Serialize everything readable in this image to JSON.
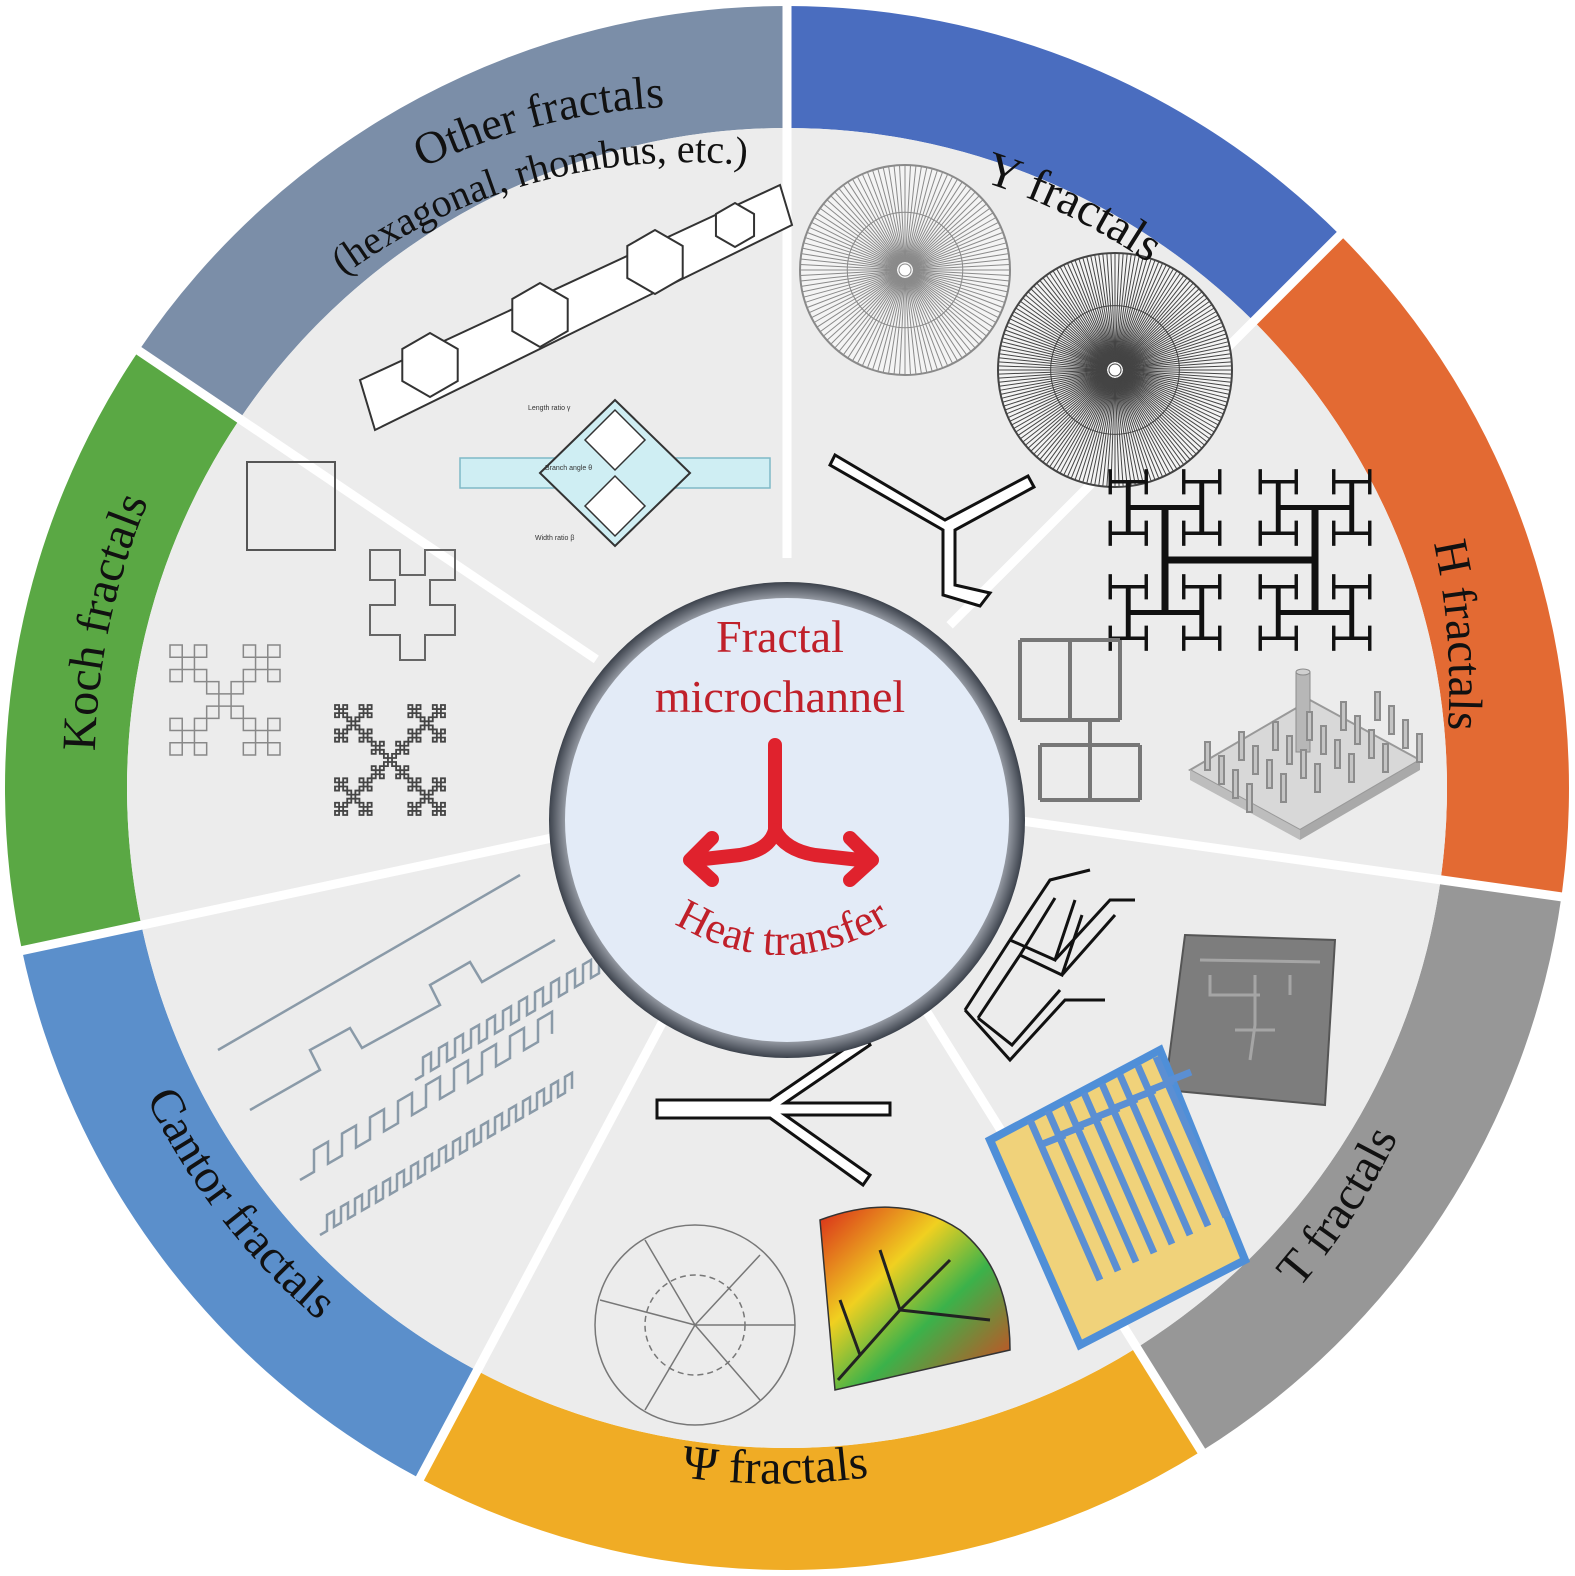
{
  "center": {
    "title_line1": "Fractal",
    "title_line2": "microchannel",
    "subtitle": "Heat transfer"
  },
  "segments": [
    {
      "id": "y",
      "label": "Y fractals",
      "color": "#4a6dbf"
    },
    {
      "id": "h",
      "label": "H fractals",
      "color": "#e36a33"
    },
    {
      "id": "t",
      "label": "T fractals",
      "color": "#979797"
    },
    {
      "id": "psi",
      "label": "Ψ fractals",
      "color": "#f0ac25"
    },
    {
      "id": "cantor",
      "label": "Cantor fractals",
      "color": "#5b8fcb"
    },
    {
      "id": "koch",
      "label": "Koch fractals",
      "color": "#5aa844"
    },
    {
      "id": "other",
      "label_line1": "Other fractals",
      "label_line2": "(hexagonal, rhombus, etc.)",
      "color": "#7b8ea8"
    }
  ],
  "annotations": {
    "length_ratio": "Length ratio γ",
    "branch_angle": "Branch angle θ",
    "width_ratio": "Width ratio β"
  },
  "colors": {
    "inner_fill": "#ececec",
    "center_fill": "#e3ebf7",
    "arrow": "#e0222d",
    "divider": "#ffffff"
  }
}
